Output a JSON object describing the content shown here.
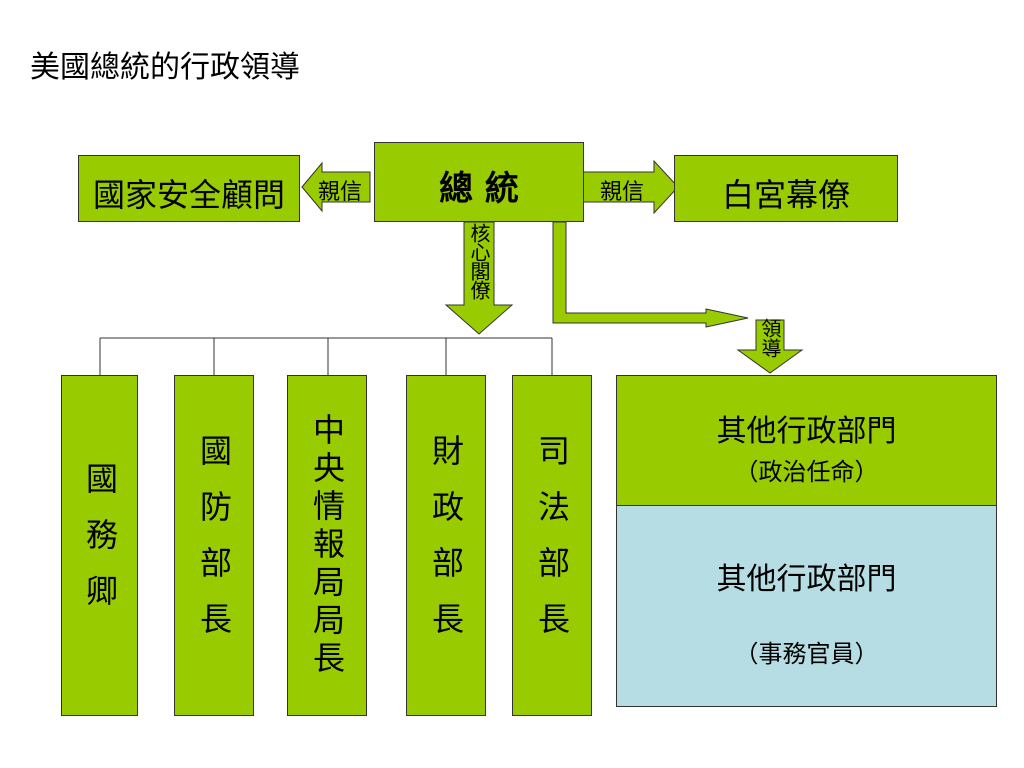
{
  "title": "美國總統的行政領導",
  "president": "總 統",
  "nsa": "國家安全顧問",
  "whitehouse": "白宮幕僚",
  "arrow_left_label": "親信",
  "arrow_right_label": "親信",
  "core_label": "核心閣僚",
  "lead_label": "領導",
  "cabinet": [
    {
      "label": "國務卿"
    },
    {
      "label": "國防部長"
    },
    {
      "label": "中央情報局局長"
    },
    {
      "label": "財政部長"
    },
    {
      "label": "司法部長"
    }
  ],
  "other_political": {
    "title": "其他行政部門",
    "sub": "（政治任命）"
  },
  "other_career": {
    "title": "其他行政部門",
    "sub": "（事務官員）"
  },
  "colors": {
    "green": "#99CC00",
    "lightblue": "#B7DDE4"
  }
}
